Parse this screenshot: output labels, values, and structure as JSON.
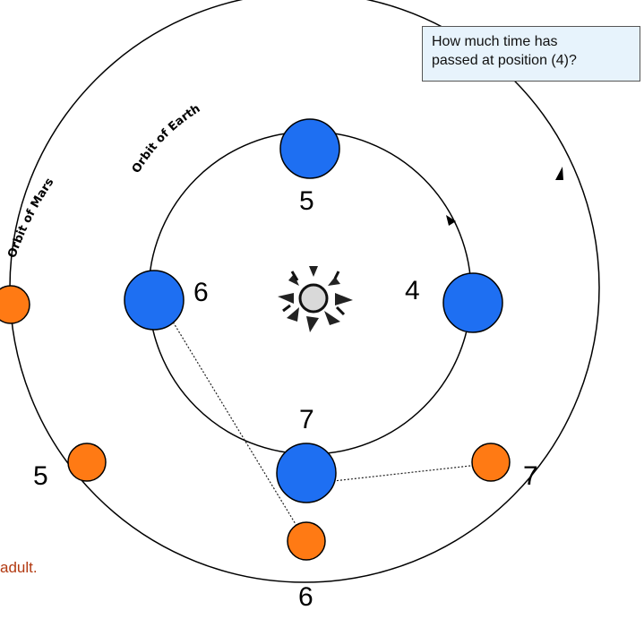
{
  "orbits": {
    "mars_label": "Orbit of Mars",
    "earth_label": "Orbit of Earth"
  },
  "question": {
    "line1": "How much time has",
    "line2": "passed  at position (4)?"
  },
  "earth_positions": {
    "p4": "4",
    "p5": "5",
    "p6": "6",
    "p7": "7"
  },
  "mars_positions": {
    "p5": "5",
    "p6": "6",
    "p7": "7"
  },
  "footnote": "adult.",
  "colors": {
    "earth": "#1e6ff2",
    "mars": "#ff7a14",
    "orbit": "#000000",
    "question_bg": "#e7f3fc",
    "footnote": "#b23a12"
  },
  "icons": {
    "sun": "sun-icon",
    "direction": "arrow-icon"
  }
}
